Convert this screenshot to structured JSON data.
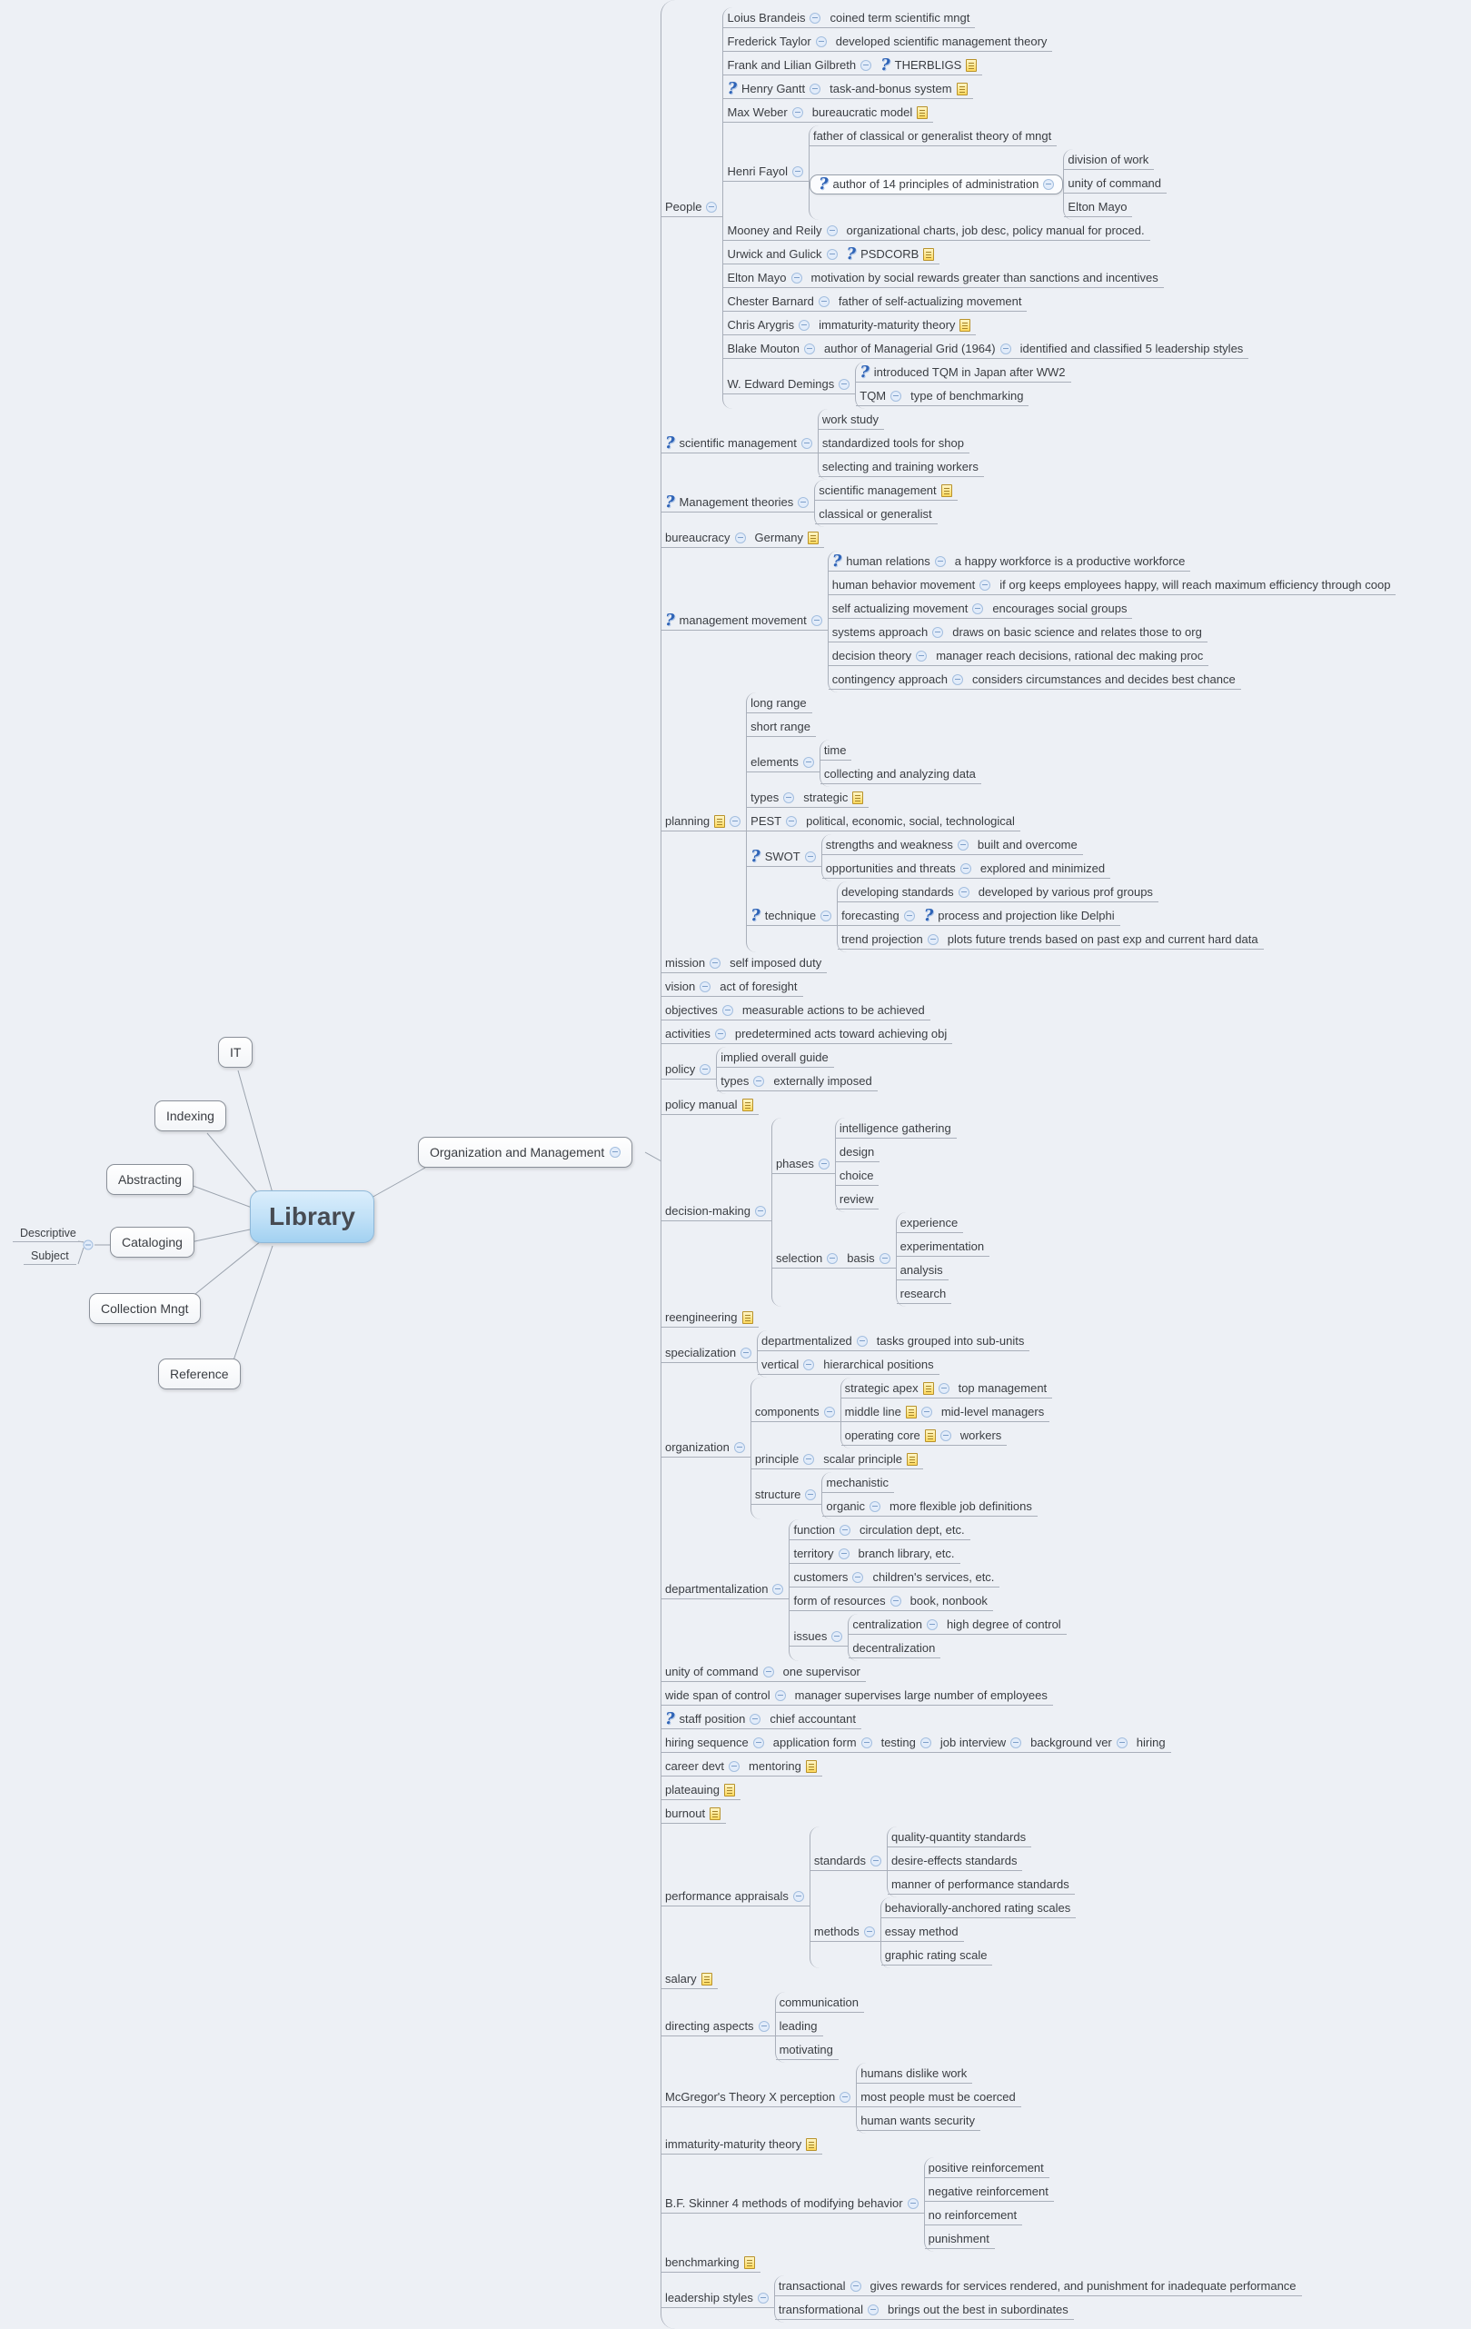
{
  "colors": {
    "background": "#edf0f5",
    "line": "#a9afba",
    "center_node_fill": "#a2d1f1",
    "question_icon": "#2f64b7",
    "note_icon": "#ffd95e"
  },
  "icons": {
    "q": "question-help-icon",
    "n": "yellow-note-icon",
    "fold": "collapse-minus-icon"
  },
  "left_map": {
    "center": {
      "label": "Library"
    },
    "branches": [
      "IT",
      "Indexing",
      "Abstracting",
      "Cataloging",
      "Collection Mngt",
      "Reference"
    ],
    "cataloging_children": [
      "Descriptive",
      "Subject"
    ]
  },
  "tree": {
    "t": "Organization and Management",
    "b": true,
    "c": [
      {
        "t": "People",
        "c": [
          {
            "t": "Loius Brandeis",
            "c": [
              {
                "t": "coined term scientific mngt"
              }
            ]
          },
          {
            "t": "Frederick Taylor",
            "c": [
              {
                "t": "developed scientific management theory"
              }
            ]
          },
          {
            "t": "Frank and Lilian Gilbreth",
            "c": [
              {
                "t": "THERBLIGS",
                "q": true,
                "n": true
              }
            ]
          },
          {
            "t": "Henry Gantt",
            "q": true,
            "c": [
              {
                "t": "task-and-bonus system",
                "n": true
              }
            ]
          },
          {
            "t": "Max Weber",
            "c": [
              {
                "t": "bureaucratic model",
                "n": true
              }
            ]
          },
          {
            "t": "Henri Fayol",
            "c": [
              {
                "t": "father of classical or generalist theory of mngt"
              },
              {
                "t": "author of 14 principles of administration",
                "q": true,
                "b": true,
                "c": [
                  {
                    "t": "division of work"
                  },
                  {
                    "t": "unity of command"
                  },
                  {
                    "t": "Elton Mayo"
                  }
                ]
              }
            ]
          },
          {
            "t": "Mooney and Reily",
            "c": [
              {
                "t": "organizational charts, job desc, policy manual for proced."
              }
            ]
          },
          {
            "t": "Urwick and Gulick",
            "c": [
              {
                "t": "PSDCORB",
                "q": true,
                "n": true
              }
            ]
          },
          {
            "t": "Elton Mayo",
            "c": [
              {
                "t": "motivation by social rewards greater than sanctions and incentives"
              }
            ]
          },
          {
            "t": "Chester Barnard",
            "c": [
              {
                "t": "father of self-actualizing movement"
              }
            ]
          },
          {
            "t": "Chris Arygris",
            "c": [
              {
                "t": "immaturity-maturity theory",
                "n": true
              }
            ]
          },
          {
            "t": "Blake Mouton",
            "c": [
              {
                "t": "author of Managerial Grid (1964)",
                "c": [
                  {
                    "t": "identified and classified 5 leadership styles"
                  }
                ]
              }
            ]
          },
          {
            "t": "W. Edward Demings",
            "c": [
              {
                "t": "introduced TQM in Japan after WW2",
                "q": true
              },
              {
                "t": "TQM",
                "c": [
                  {
                    "t": "type of benchmarking"
                  }
                ]
              }
            ]
          }
        ]
      },
      {
        "t": "scientific management",
        "q": true,
        "c": [
          {
            "t": "work study"
          },
          {
            "t": "standardized tools for shop"
          },
          {
            "t": "selecting and training workers"
          }
        ]
      },
      {
        "t": "Management theories",
        "q": true,
        "c": [
          {
            "t": "scientific management",
            "n": true
          },
          {
            "t": "classical or generalist"
          }
        ]
      },
      {
        "t": "bureaucracy",
        "c": [
          {
            "t": "Germany",
            "n": true
          }
        ]
      },
      {
        "t": "management movement",
        "q": true,
        "c": [
          {
            "t": "human relations",
            "q": true,
            "c": [
              {
                "t": "a happy workforce is a productive workforce"
              }
            ]
          },
          {
            "t": "human behavior movement",
            "c": [
              {
                "t": "if org keeps employees happy, will reach maximum efficiency through coop"
              }
            ]
          },
          {
            "t": "self actualizing movement",
            "c": [
              {
                "t": "encourages social groups"
              }
            ]
          },
          {
            "t": "systems approach",
            "c": [
              {
                "t": "draws on basic science and relates those to org"
              }
            ]
          },
          {
            "t": "decision theory",
            "c": [
              {
                "t": "manager reach decisions, rational dec making proc"
              }
            ]
          },
          {
            "t": "contingency approach",
            "c": [
              {
                "t": "considers circumstances and decides best chance"
              }
            ]
          }
        ]
      },
      {
        "t": "planning",
        "n": true,
        "c": [
          {
            "t": "long range"
          },
          {
            "t": "short range"
          },
          {
            "t": "elements",
            "c": [
              {
                "t": "time"
              },
              {
                "t": "collecting and analyzing data"
              }
            ]
          },
          {
            "t": "types",
            "c": [
              {
                "t": "strategic",
                "n": true
              }
            ]
          },
          {
            "t": "PEST",
            "c": [
              {
                "t": "political, economic, social, technological"
              }
            ]
          },
          {
            "t": "SWOT",
            "q": true,
            "c": [
              {
                "t": "strengths and weakness",
                "c": [
                  {
                    "t": "built and overcome"
                  }
                ]
              },
              {
                "t": "opportunities and threats",
                "c": [
                  {
                    "t": "explored and minimized"
                  }
                ]
              }
            ]
          },
          {
            "t": "technique",
            "q": true,
            "c": [
              {
                "t": "developing standards",
                "c": [
                  {
                    "t": "developed by various prof groups"
                  }
                ]
              },
              {
                "t": "forecasting",
                "c": [
                  {
                    "t": "process and projection like Delphi",
                    "q": true
                  }
                ]
              },
              {
                "t": "trend projection",
                "c": [
                  {
                    "t": "plots future trends based on past exp and current hard data"
                  }
                ]
              }
            ]
          }
        ]
      },
      {
        "t": "mission",
        "c": [
          {
            "t": "self imposed duty"
          }
        ]
      },
      {
        "t": "vision",
        "c": [
          {
            "t": "act of foresight"
          }
        ]
      },
      {
        "t": "objectives",
        "c": [
          {
            "t": "measurable actions to be achieved"
          }
        ]
      },
      {
        "t": "activities",
        "c": [
          {
            "t": "predetermined acts toward achieving obj"
          }
        ]
      },
      {
        "t": "policy",
        "c": [
          {
            "t": "implied overall guide"
          },
          {
            "t": "types",
            "c": [
              {
                "t": "externally imposed"
              }
            ]
          }
        ]
      },
      {
        "t": "policy manual",
        "n": true
      },
      {
        "t": "decision-making",
        "c": [
          {
            "t": "phases",
            "c": [
              {
                "t": "intelligence gathering"
              },
              {
                "t": "design"
              },
              {
                "t": "choice"
              },
              {
                "t": "review"
              }
            ]
          },
          {
            "t": "selection",
            "c": [
              {
                "t": "basis",
                "c": [
                  {
                    "t": "experience"
                  },
                  {
                    "t": "experimentation"
                  },
                  {
                    "t": "analysis"
                  },
                  {
                    "t": "research"
                  }
                ]
              }
            ]
          }
        ]
      },
      {
        "t": "reengineering",
        "n": true
      },
      {
        "t": "specialization",
        "c": [
          {
            "t": "departmentalized",
            "c": [
              {
                "t": "tasks grouped into sub-units"
              }
            ]
          },
          {
            "t": "vertical",
            "c": [
              {
                "t": "hierarchical positions"
              }
            ]
          }
        ]
      },
      {
        "t": "organization",
        "c": [
          {
            "t": "components",
            "c": [
              {
                "t": "strategic apex",
                "n": true,
                "c": [
                  {
                    "t": "top management"
                  }
                ]
              },
              {
                "t": "middle line",
                "n": true,
                "c": [
                  {
                    "t": "mid-level managers"
                  }
                ]
              },
              {
                "t": "operating core",
                "n": true,
                "c": [
                  {
                    "t": "workers"
                  }
                ]
              }
            ]
          },
          {
            "t": "principle",
            "c": [
              {
                "t": "scalar principle",
                "n": true
              }
            ]
          },
          {
            "t": "structure",
            "c": [
              {
                "t": "mechanistic"
              },
              {
                "t": "organic",
                "c": [
                  {
                    "t": "more flexible job definitions"
                  }
                ]
              }
            ]
          }
        ]
      },
      {
        "t": "departmentalization",
        "c": [
          {
            "t": "function",
            "c": [
              {
                "t": "circulation dept, etc."
              }
            ]
          },
          {
            "t": "territory",
            "c": [
              {
                "t": "branch library, etc."
              }
            ]
          },
          {
            "t": "customers",
            "c": [
              {
                "t": "children's services, etc."
              }
            ]
          },
          {
            "t": "form of resources",
            "c": [
              {
                "t": "book, nonbook"
              }
            ]
          },
          {
            "t": "issues",
            "c": [
              {
                "t": "centralization",
                "c": [
                  {
                    "t": "high degree of control"
                  }
                ]
              },
              {
                "t": "decentralization"
              }
            ]
          }
        ]
      },
      {
        "t": "unity of command",
        "c": [
          {
            "t": "one supervisor"
          }
        ]
      },
      {
        "t": "wide span of control",
        "c": [
          {
            "t": "manager supervises large number of employees"
          }
        ]
      },
      {
        "t": "staff position",
        "q": true,
        "c": [
          {
            "t": "chief accountant"
          }
        ]
      },
      {
        "t": "hiring sequence",
        "c": [
          {
            "t": "application form",
            "c": [
              {
                "t": "testing",
                "c": [
                  {
                    "t": "job interview",
                    "c": [
                      {
                        "t": "background ver",
                        "c": [
                          {
                            "t": "hiring"
                          }
                        ]
                      }
                    ]
                  }
                ]
              }
            ]
          }
        ]
      },
      {
        "t": "career devt",
        "c": [
          {
            "t": "mentoring",
            "n": true
          }
        ]
      },
      {
        "t": "plateauing",
        "n": true
      },
      {
        "t": "burnout",
        "n": true
      },
      {
        "t": "performance appraisals",
        "c": [
          {
            "t": "standards",
            "c": [
              {
                "t": "quality-quantity standards"
              },
              {
                "t": "desire-effects standards"
              },
              {
                "t": "manner of performance standards"
              }
            ]
          },
          {
            "t": "methods",
            "c": [
              {
                "t": "behaviorally-anchored rating scales"
              },
              {
                "t": "essay method"
              },
              {
                "t": "graphic rating scale"
              }
            ]
          }
        ]
      },
      {
        "t": "salary",
        "n": true
      },
      {
        "t": "directing aspects",
        "c": [
          {
            "t": "communication"
          },
          {
            "t": "leading"
          },
          {
            "t": "motivating"
          }
        ]
      },
      {
        "t": "McGregor's Theory X perception",
        "c": [
          {
            "t": "humans dislike work"
          },
          {
            "t": "most people must be coerced"
          },
          {
            "t": "human wants security"
          }
        ]
      },
      {
        "t": "immaturity-maturity theory",
        "n": true
      },
      {
        "t": "B.F. Skinner 4 methods of modifying behavior",
        "c": [
          {
            "t": "positive reinforcement"
          },
          {
            "t": "negative reinforcement"
          },
          {
            "t": "no reinforcement"
          },
          {
            "t": "punishment"
          }
        ]
      },
      {
        "t": "benchmarking",
        "n": true
      },
      {
        "t": "leadership styles",
        "c": [
          {
            "t": "transactional",
            "c": [
              {
                "t": "gives rewards for services rendered, and punishment for inadequate performance"
              }
            ]
          },
          {
            "t": "transformational",
            "c": [
              {
                "t": "brings out the best in subordinates"
              }
            ]
          }
        ]
      }
    ]
  }
}
